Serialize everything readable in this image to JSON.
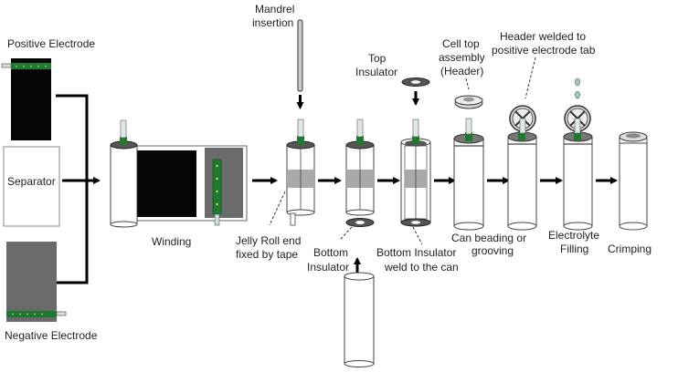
{
  "title": "Cylindrical lithium-ion cell manufacturing process",
  "colors": {
    "tab_green": "#1f7a2f",
    "tab_green_light": "#3aa14a",
    "electrode_black": "#050505",
    "electrode_gray": "#6b6b6b",
    "tape_gray": "#a9a9a9",
    "outline": "#2a2a2a",
    "electrolyte_drop": "#9fc9c2"
  },
  "labels": {
    "positive_electrode": "Positive Electrode",
    "separator": "Separator",
    "negative_electrode": "Negative Electrode",
    "winding": "Winding",
    "mandrel_line1": "Mandrel",
    "mandrel_line2": "insertion",
    "jelly_line1": "Jelly Roll end",
    "jelly_line2": "fixed by tape",
    "bottom_ins_line1": "Bottom",
    "bottom_ins_line2": "Insulator",
    "top_ins_line1": "Top",
    "top_ins_line2": "Insulator",
    "bottom_weld_line1": "Bottom Insulator",
    "bottom_weld_line2": "weld to the can",
    "header_line1": "Cell top",
    "header_line2": "assembly",
    "header_line3": "(Header)",
    "can_bead_line1": "Can beading or",
    "can_bead_line2": "grooving",
    "header_weld_line1": "Header welded to",
    "header_weld_line2": "positive electrode tab",
    "electrolyte_line1": "Electrolyte",
    "electrolyte_line2": "Filling",
    "crimping": "Crimping"
  }
}
